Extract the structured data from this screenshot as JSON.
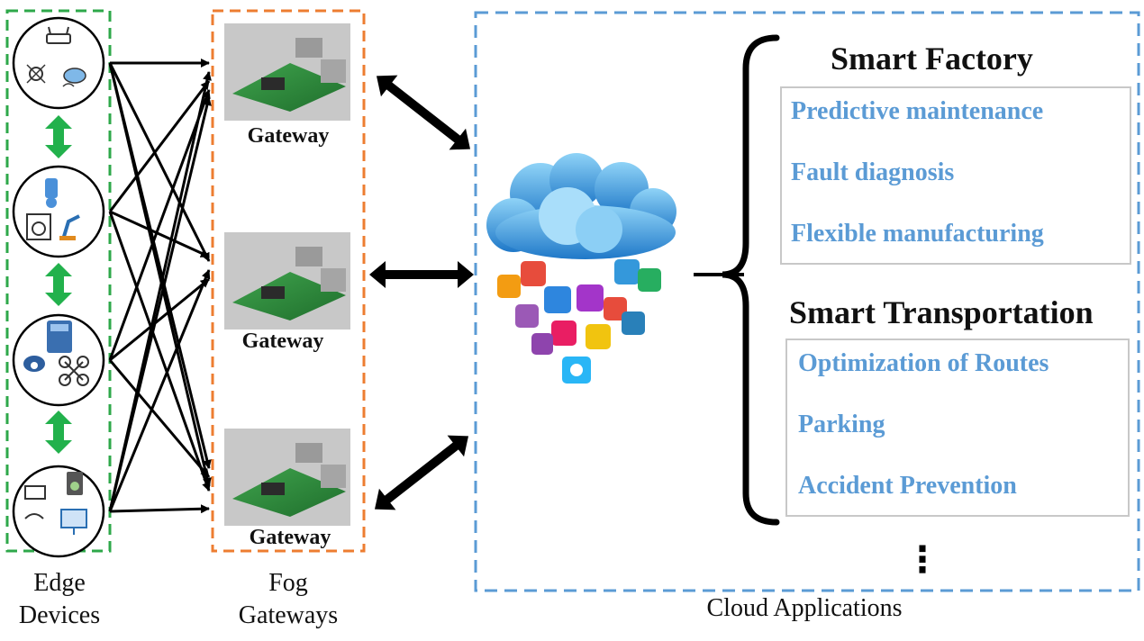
{
  "edge": {
    "caption_line1": "Edge",
    "caption_line2": "Devices",
    "devices": [
      "router-sensor-icon",
      "robot-lab-icon",
      "phone-camera-drone-icon",
      "computer-speaker-icon"
    ]
  },
  "fog": {
    "caption_line1": "Fog",
    "caption_line2": "Gateways",
    "gateways": [
      "Gateway",
      "Gateway",
      "Gateway"
    ]
  },
  "cloud": {
    "caption": "Cloud Applications",
    "icon": "cloud-apps-icon",
    "smart_factory": {
      "title": "Smart Factory",
      "items": [
        "Predictive maintenance",
        "Fault diagnosis",
        "Flexible manufacturing"
      ]
    },
    "smart_transportation": {
      "title": "Smart Transportation",
      "items": [
        "Optimization of Routes",
        "Parking",
        "Accident Prevention"
      ]
    },
    "more": "⋮"
  },
  "colors": {
    "edge_border": "#2ea84a",
    "fog_border": "#ed7d31",
    "cloud_border": "#5b9bd5",
    "app_text": "#5b9bd5",
    "green_arrow": "#22b14c"
  }
}
